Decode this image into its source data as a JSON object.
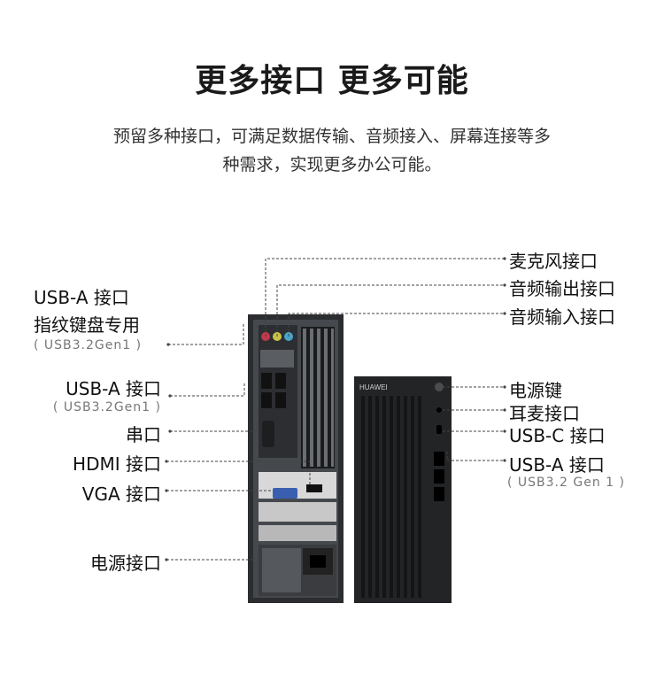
{
  "header": {
    "title": "更多接口 更多可能",
    "desc_line1": "预留多种接口，可满足数据传输、音频接入、屏幕连接等多",
    "desc_line2": "种需求，实现更多办公可能。"
  },
  "left_labels": {
    "usb_a_fp_1": "USB-A 接口",
    "usb_a_fp_2": "指纹键盘专用",
    "usb_a_fp_spec": "( USB3.2Gen1 )",
    "usb_a": "USB-A 接口",
    "usb_a_spec": "( USB3.2Gen1 )",
    "serial": "串口",
    "hdmi": "HDMI 接口",
    "vga": "VGA 接口",
    "power_port": "电源接口"
  },
  "right_labels": {
    "mic": "麦克风接口",
    "audio_out": "音频输出接口",
    "audio_in": "音频输入接口",
    "power_button": "电源键",
    "headset": "耳麦接口",
    "usb_c": "USB-C 接口",
    "usb_a": "USB-A 接口",
    "usb_a_spec": "( USB3.2 Gen 1 )"
  },
  "device": {
    "brand": "HUAWEI"
  },
  "colors": {
    "mic_jack": "#c0394b",
    "audio_out_jack": "#c8c24a",
    "audio_in_jack": "#4aa3c8",
    "vga_port": "#3a5fb0"
  }
}
